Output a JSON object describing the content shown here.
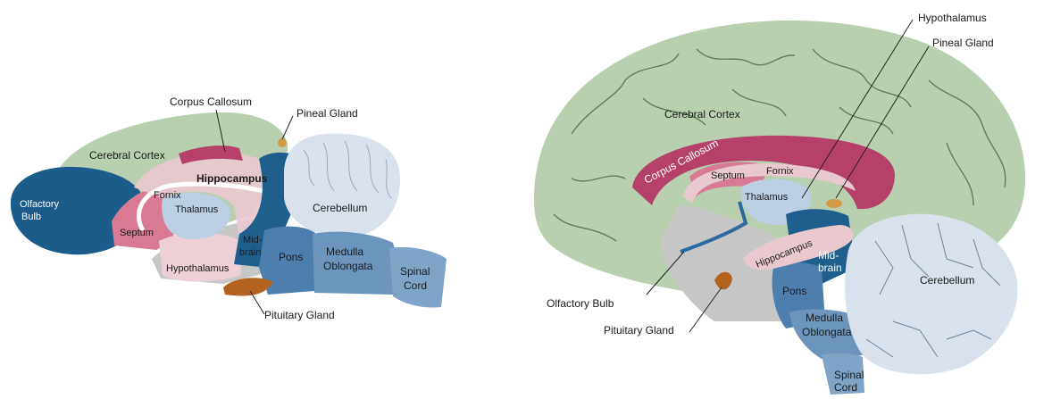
{
  "colors": {
    "cortex": "#b8cfb0",
    "callosum": "#b5416a",
    "septum": "#d87a93",
    "hippocampus": "#e8c9cf",
    "thalamus": "#bccfe3",
    "midbrain": "#1f5f8d",
    "pons": "#4d7fae",
    "medulla": "#6b95bd",
    "spinal": "#7ea4c8",
    "cerebellum": "#d8e1ec",
    "bulb": "#1c5c8a",
    "pituitary": "#b4621f",
    "pineal": "#d29a47",
    "hypothalamus": "#ecd0d6",
    "brainstem_gray": "#c7c7c7"
  },
  "left_diagram": {
    "labels": {
      "corpus_callosum": "Corpus Callosum",
      "pineal_gland": "Pineal Gland",
      "cerebral_cortex": "Cerebral Cortex",
      "hippocampus": "Hippocampus",
      "fornix": "Fornix",
      "thalamus": "Thalamus",
      "olfactory_bulb_1": "Olfactory",
      "olfactory_bulb_2": "Bulb",
      "septum": "Septum",
      "cerebellum": "Cerebellum",
      "midbrain_1": "Mid-",
      "midbrain_2": "brain",
      "pons": "Pons",
      "medulla_1": "Medulla",
      "medulla_2": "Oblongata",
      "spinal_1": "Spinal",
      "spinal_2": "Cord",
      "hypothalamus": "Hypothalamus",
      "pituitary_gland": "Pituitary Gland"
    }
  },
  "right_diagram": {
    "labels": {
      "hypothalamus": "Hypothalamus",
      "pineal_gland": "Pineal Gland",
      "cerebral_cortex": "Cerebral Cortex",
      "corpus_callosum": "Corpus Callosum",
      "septum": "Septum",
      "fornix": "Fornix",
      "thalamus": "Thalamus",
      "hippocampus": "Hippocampus",
      "midbrain_1": "Mid-",
      "midbrain_2": "brain",
      "pons": "Pons",
      "medulla_1": "Medulla",
      "medulla_2": "Oblongata",
      "spinal_1": "Spinal",
      "spinal_2": "Cord",
      "cerebellum": "Cerebellum",
      "olfactory_bulb": "Olfactory Bulb",
      "pituitary_gland": "Pituitary Gland"
    }
  }
}
